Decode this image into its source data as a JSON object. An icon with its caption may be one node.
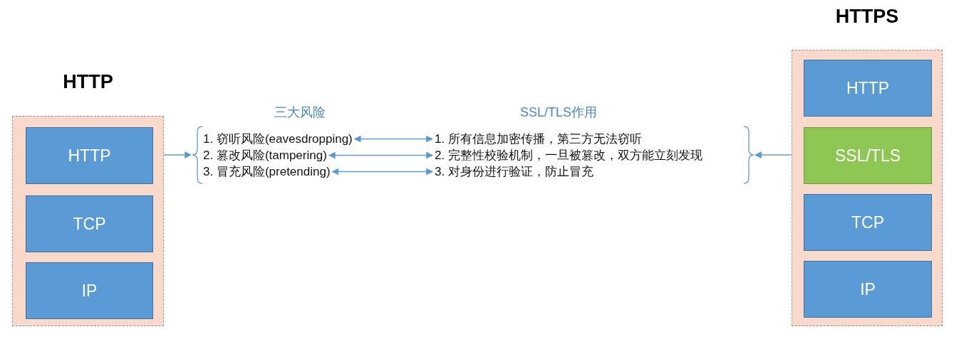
{
  "diagram": {
    "nodes": [
      {
        "text": [
          "HTTP"
        ]
      },
      {
        "text": [
          "HTTP"
        ],
        "in": 0
      },
      {
        "text": [
          "TCP"
        ],
        "in": 0
      },
      {
        "text": [
          "IP"
        ],
        "in": 0
      },
      {
        "text": [
          "三大风险"
        ]
      },
      {
        "text": [
          "1. 窃听风险(eavesdropping)"
        ],
        "in": 4
      },
      {
        "text": [
          "2. 篡改风险(tampering)"
        ],
        "in": 4
      },
      {
        "text": [
          "3. 冒充风险(pretending)"
        ],
        "in": 4
      },
      {
        "text": [
          "SSL/TLS作用"
        ]
      },
      {
        "text": [
          "1. 所有信息加密传播，第三方无法窃听"
        ],
        "in": 8
      },
      {
        "text": [
          "2. 完整性校验机制，一旦被篡改，双方能立刻发现"
        ],
        "in": 8
      },
      {
        "text": [
          "3. 对身份进行验证，防止冒充"
        ],
        "in": 8
      },
      {
        "text": [
          "HTTPS"
        ]
      },
      {
        "text": [
          "HTTP"
        ],
        "in": 12
      },
      {
        "text": [
          "SSL/TLS"
        ],
        "in": 12
      },
      {
        "text": [
          "TCP"
        ],
        "in": 12
      },
      {
        "text": [
          "IP"
        ],
        "in": 12
      }
    ],
    "edges": [
      {
        "from": 1,
        "to": 4,
        "arrow": "to"
      },
      {
        "from": 14,
        "to": 8,
        "arrow": "to"
      },
      {
        "from": 5,
        "to": 9,
        "arrow": "both"
      },
      {
        "from": 6,
        "to": 10,
        "arrow": "both"
      },
      {
        "from": 7,
        "to": 11,
        "arrow": "both"
      }
    ]
  }
}
